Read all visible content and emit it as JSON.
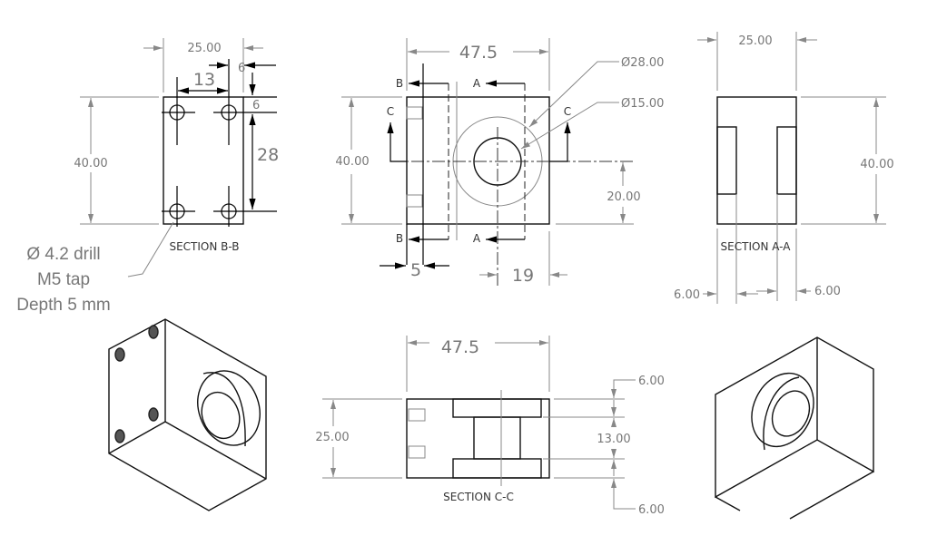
{
  "title": "Block part engineering drawing",
  "section_bb": {
    "label": "SECTION B-B",
    "width": "25.00",
    "height": "40.00",
    "hole_spacing_x": "13",
    "edge_offset_x": "6",
    "edge_offset_y": "6",
    "hole_spacing_y": "28",
    "note": [
      "Ø 4.2 drill",
      "M5  tap",
      "Depth 5 mm"
    ]
  },
  "front_view": {
    "width": "47.5",
    "height": "40.00",
    "center_height": "20.00",
    "outer_diameter": "Ø28.00",
    "inner_diameter": "Ø15.00",
    "slot_depth": "5",
    "center_offset": "19",
    "cut_labels": {
      "a": "A",
      "b": "B",
      "c": "C"
    }
  },
  "section_aa": {
    "label": "SECTION A-A",
    "width": "25.00",
    "height": "40.00",
    "left_depth": "6.00",
    "right_depth": "6.00"
  },
  "section_cc": {
    "label": "SECTION C-C",
    "width": "47.5",
    "height": "25.00",
    "top_depth": "6.00",
    "middle": "13.00",
    "bottom_depth": "6.00"
  }
}
